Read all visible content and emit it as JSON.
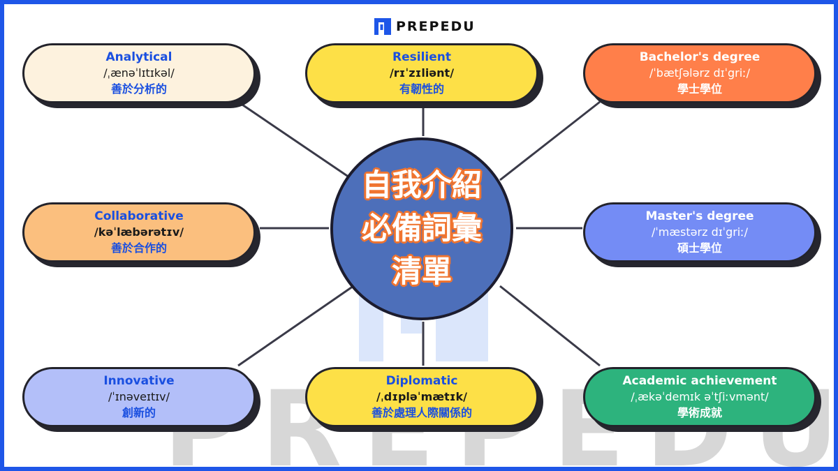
{
  "brand": {
    "name": "PREPEDU",
    "logo_icon": "prepedu-logo-icon",
    "accent": "#1e56e8"
  },
  "watermark": {
    "text": "PREPEDU"
  },
  "hub": {
    "lines": [
      "自我介紹",
      "必備詞彙",
      "清單"
    ],
    "fill": "#4d6fba",
    "outline": "#f0742f"
  },
  "nodes": [
    {
      "term": "Analytical",
      "ipa": "/ˌænəˈlɪtɪkəl/",
      "zh": "善於分析的",
      "color": "#fdf2de"
    },
    {
      "term": "Resilient",
      "ipa": "/rɪˈzɪliənt/",
      "zh": "有韌性的",
      "color": "#fde047"
    },
    {
      "term": "Bachelor's degree",
      "ipa": "/ˈbætʃələrz dɪˈgriː/",
      "zh": "學士學位",
      "color": "#ff7f4a"
    },
    {
      "term": "Collaborative",
      "ipa": "/kəˈlæbərətɪv/",
      "zh": "善於合作的",
      "color": "#fbbf7e"
    },
    {
      "term": "Master's degree",
      "ipa": "/ˈmæstərz dɪˈgriː/",
      "zh": "碩士學位",
      "color": "#748cf5"
    },
    {
      "term": "Innovative",
      "ipa": "/ˈɪnəveɪtɪv/",
      "zh": "創新的",
      "color": "#b3bff9"
    },
    {
      "term": "Diplomatic",
      "ipa": "/ˌdɪpləˈmætɪk/",
      "zh": "善於處理人際關係的",
      "color": "#fde047"
    },
    {
      "term": "Academic achievement",
      "ipa": "/ˌækəˈdemɪk əˈtʃiːvmənt/",
      "zh": "學術成就",
      "color": "#2db37d"
    }
  ]
}
